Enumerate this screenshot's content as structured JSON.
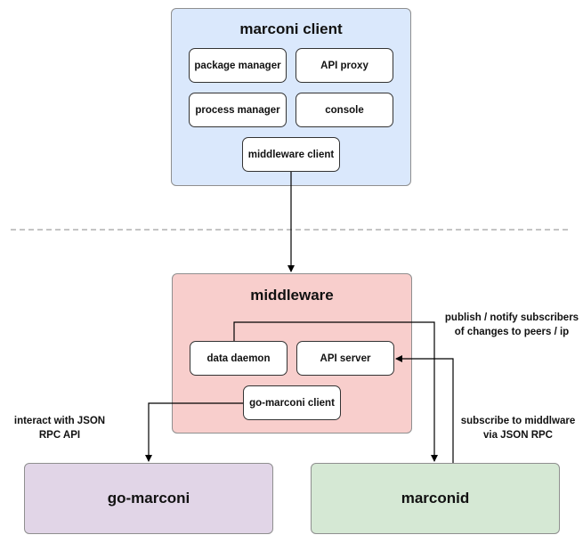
{
  "groups": {
    "client": {
      "title": "marconi client",
      "color": "#dae8fc"
    },
    "middleware": {
      "title": "middleware",
      "color": "#f8cecc"
    }
  },
  "nodes": {
    "package_manager": "package manager",
    "api_proxy": "API proxy",
    "process_manager": "process manager",
    "console": "console",
    "middleware_client": "middleware client",
    "data_daemon": "data daemon",
    "api_server": "API server",
    "go_marconi_client": "go-marconi client"
  },
  "bottom": {
    "go_marconi": {
      "label": "go-marconi",
      "color": "#e1d5e7"
    },
    "marconid": {
      "label": "marconid",
      "color": "#d5e8d4"
    }
  },
  "edge_labels": {
    "publish": [
      "publish / notify subscribers",
      "of changes to peers / ip"
    ],
    "interact": [
      "interact with JSON",
      "RPC API"
    ],
    "subscribe": [
      "subscribe to middlware",
      "via JSON RPC"
    ]
  }
}
